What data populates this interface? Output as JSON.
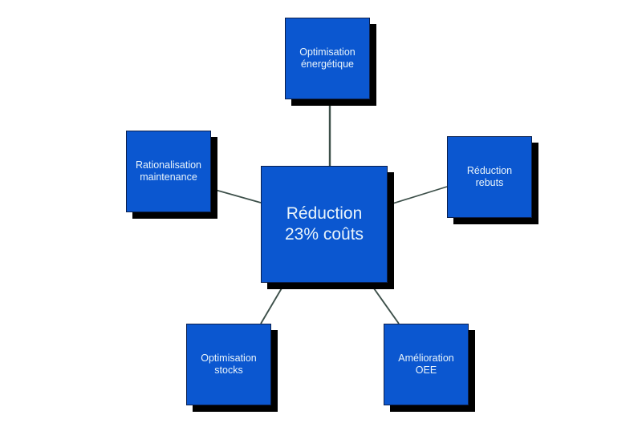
{
  "diagram": {
    "type": "hub-and-spoke",
    "background_color": "#ffffff",
    "node_fill_color": "#0B57D0",
    "node_border_color": "#0A1F4D",
    "node_text_color": "#E9F4FB",
    "node_shadow_color": "#000000",
    "connector_color": "#3C4F49",
    "center": {
      "id": "reduction-couts",
      "label": "Réduction\n23% coûts",
      "line1": "Réduction",
      "line2": "23% coûts",
      "metric_value": "23%"
    },
    "satellites": [
      {
        "id": "optimisation-energetique",
        "position": "top",
        "label": "Optimisation\nénergétique",
        "line1": "Optimisation",
        "line2": "énergétique"
      },
      {
        "id": "rationalisation-maintenance",
        "position": "left",
        "label": "Rationalisation\nmaintenance",
        "line1": "Rationalisation",
        "line2": "maintenance"
      },
      {
        "id": "reduction-rebuts",
        "position": "right",
        "label": "Réduction\nrebuts",
        "line1": "Réduction",
        "line2": "rebuts"
      },
      {
        "id": "optimisation-stocks",
        "position": "bottom-left",
        "label": "Optimisation\nstocks",
        "line1": "Optimisation",
        "line2": "stocks"
      },
      {
        "id": "amelioration-oee",
        "position": "bottom-right",
        "label": "Amélioration\nOEE",
        "line1": "Amélioration",
        "line2": "OEE"
      }
    ],
    "connectors": [
      {
        "id": "connector-center-top",
        "from": "reduction-couts",
        "to": "optimisation-energetique"
      },
      {
        "id": "connector-center-left",
        "from": "reduction-couts",
        "to": "rationalisation-maintenance"
      },
      {
        "id": "connector-center-right",
        "from": "reduction-couts",
        "to": "reduction-rebuts"
      },
      {
        "id": "connector-center-bottom-left",
        "from": "reduction-couts",
        "to": "optimisation-stocks"
      },
      {
        "id": "connector-center-bottom-right",
        "from": "reduction-couts",
        "to": "amelioration-oee"
      }
    ]
  }
}
